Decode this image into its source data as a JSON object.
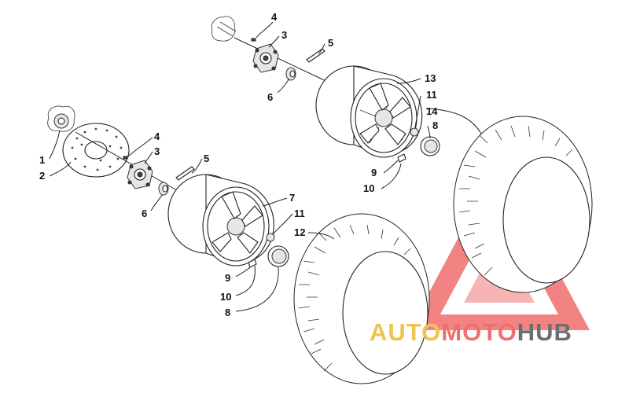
{
  "diagram": {
    "callouts": [
      {
        "id": "c1",
        "text": "1"
      },
      {
        "id": "c2",
        "text": "2"
      },
      {
        "id": "c3a",
        "text": "3"
      },
      {
        "id": "c3b",
        "text": "3"
      },
      {
        "id": "c4a",
        "text": "4"
      },
      {
        "id": "c4b",
        "text": "4"
      },
      {
        "id": "c5a",
        "text": "5"
      },
      {
        "id": "c5b",
        "text": "5"
      },
      {
        "id": "c6a",
        "text": "6"
      },
      {
        "id": "c6b",
        "text": "6"
      },
      {
        "id": "c7",
        "text": "7"
      },
      {
        "id": "c8a",
        "text": "8"
      },
      {
        "id": "c8b",
        "text": "8"
      },
      {
        "id": "c9a",
        "text": "9"
      },
      {
        "id": "c9b",
        "text": "9"
      },
      {
        "id": "c10a",
        "text": "10"
      },
      {
        "id": "c10b",
        "text": "10"
      },
      {
        "id": "c11a",
        "text": "11"
      },
      {
        "id": "c11b",
        "text": "11"
      },
      {
        "id": "c12",
        "text": "12"
      },
      {
        "id": "c13",
        "text": "13"
      },
      {
        "id": "c14",
        "text": "14"
      }
    ]
  },
  "watermark": {
    "part1": "AUTO",
    "part2": "MOTO",
    "part3": "HUB",
    "colors": {
      "auto": "#f2c14e",
      "moto": "#ef6f6f",
      "hub": "#6e6e6e",
      "triangle": "#ef5a5a"
    }
  }
}
